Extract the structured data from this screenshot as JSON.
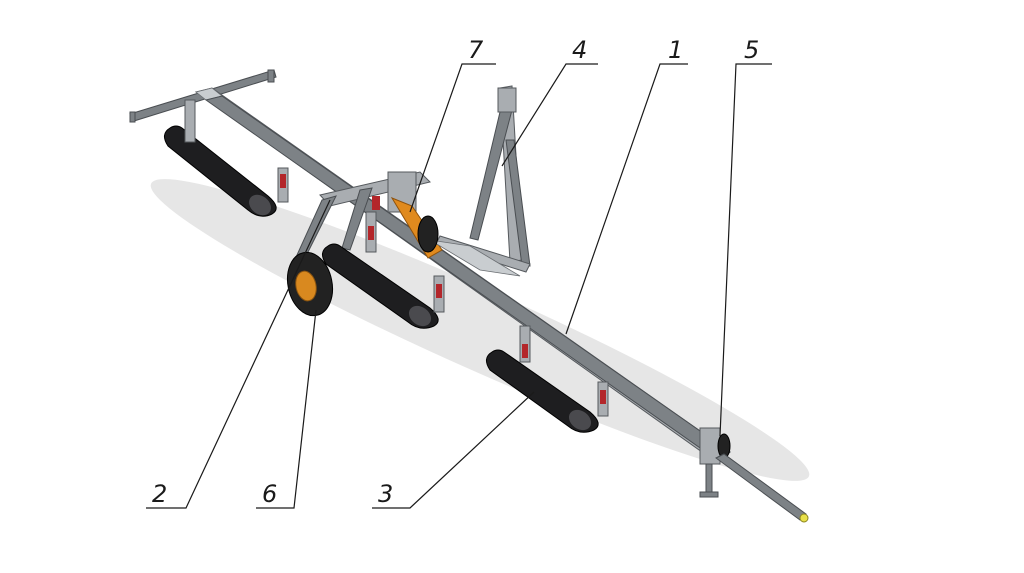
{
  "diagram": {
    "callouts": [
      {
        "id": "c7",
        "label": "7"
      },
      {
        "id": "c4",
        "label": "4"
      },
      {
        "id": "c1",
        "label": "1"
      },
      {
        "id": "c5",
        "label": "5"
      },
      {
        "id": "c2",
        "label": "2"
      },
      {
        "id": "c6",
        "label": "6"
      },
      {
        "id": "c3",
        "label": "3"
      }
    ]
  },
  "colors": {
    "frame": "#a9adb1",
    "roller": "#1e1e20",
    "wheel_rim": "#d9891f",
    "bracket": "#b3262a",
    "background": "#ffffff"
  }
}
